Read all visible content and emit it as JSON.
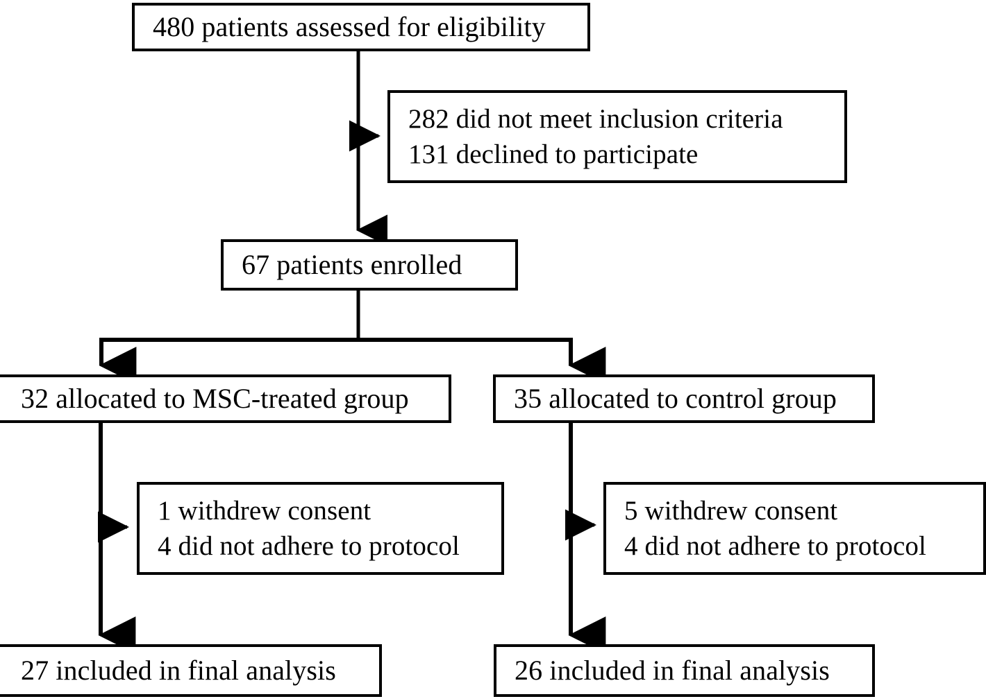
{
  "diagram": {
    "type": "consort-flow-diagram",
    "title": "",
    "colors": {
      "stroke": "#000000",
      "background": "#ffffff",
      "text": "#000000"
    },
    "nodes": [
      {
        "id": "assessed",
        "lines": [
          "480 patients assessed for eligibility"
        ]
      },
      {
        "id": "excluded",
        "lines": [
          "282 did not meet inclusion criteria",
          "131 declined to participate"
        ]
      },
      {
        "id": "enrolled",
        "lines": [
          "67 patients enrolled"
        ]
      },
      {
        "id": "alloc_msc",
        "lines": [
          "32 allocated to MSC-treated group"
        ]
      },
      {
        "id": "alloc_control",
        "lines": [
          "35 allocated to control group"
        ]
      },
      {
        "id": "excl_msc",
        "lines": [
          "1 withdrew consent",
          "4 did not adhere to protocol"
        ]
      },
      {
        "id": "excl_control",
        "lines": [
          "5 withdrew consent",
          "4 did not adhere to protocol"
        ]
      },
      {
        "id": "final_msc",
        "lines": [
          "27 included in final analysis"
        ]
      },
      {
        "id": "final_control",
        "lines": [
          "26 included in final analysis"
        ]
      }
    ],
    "edges": [
      {
        "from": "assessed",
        "to": "enrolled",
        "style": "straight-down-arrow"
      },
      {
        "from": "assessed",
        "to": "excluded",
        "style": "branch-right-arrow"
      },
      {
        "from": "enrolled",
        "to": "alloc_msc",
        "style": "split-left-arrow"
      },
      {
        "from": "enrolled",
        "to": "alloc_control",
        "style": "split-right-arrow"
      },
      {
        "from": "alloc_msc",
        "to": "final_msc",
        "style": "straight-down-arrow"
      },
      {
        "from": "alloc_msc",
        "to": "excl_msc",
        "style": "branch-right-arrow"
      },
      {
        "from": "alloc_control",
        "to": "final_control",
        "style": "straight-down-arrow"
      },
      {
        "from": "alloc_control",
        "to": "excl_control",
        "style": "branch-right-arrow"
      }
    ]
  }
}
